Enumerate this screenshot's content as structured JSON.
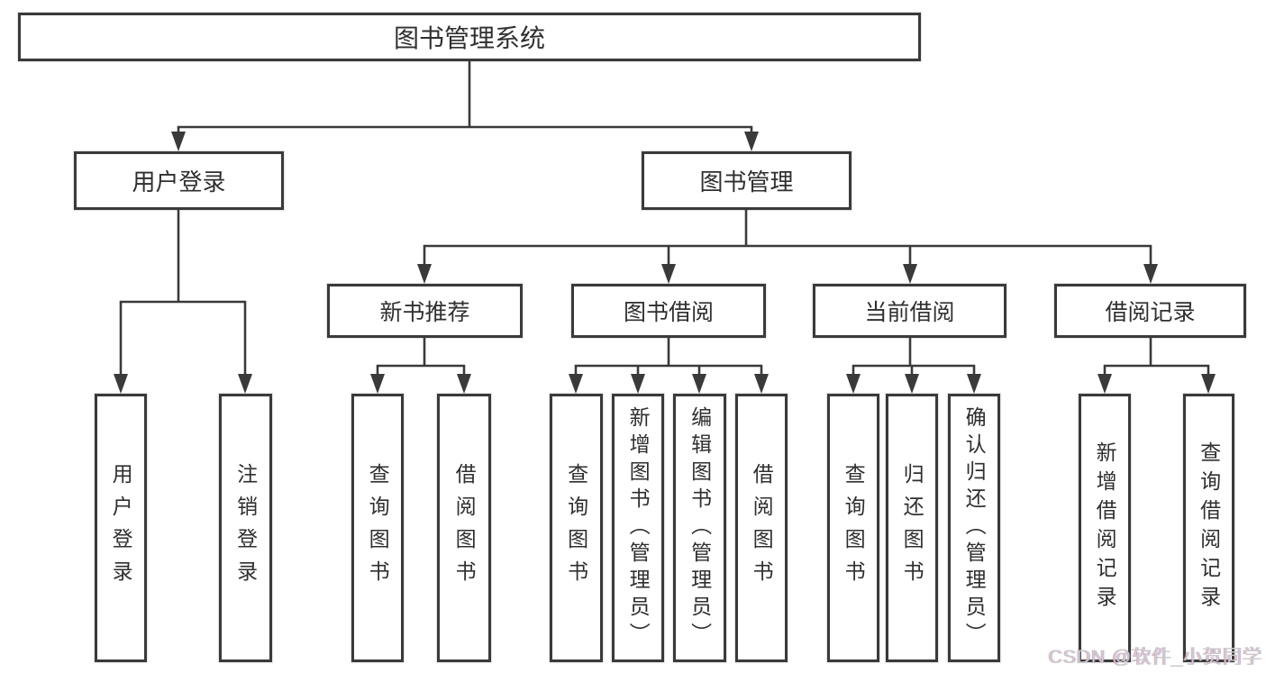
{
  "diagram": {
    "tree": {
      "label": "图书管理系统",
      "children": [
        {
          "label": "用户登录",
          "children": [
            {
              "label": "用户登录"
            },
            {
              "label": "注销登录"
            }
          ]
        },
        {
          "label": "图书管理",
          "children": [
            {
              "label": "新书推荐",
              "children": [
                {
                  "label": "查询图书"
                },
                {
                  "label": "借阅图书"
                }
              ]
            },
            {
              "label": "图书借阅",
              "children": [
                {
                  "label": "查询图书"
                },
                {
                  "label": "新增图书（管理员）"
                },
                {
                  "label": "编辑图书（管理员）"
                },
                {
                  "label": "借阅图书"
                }
              ]
            },
            {
              "label": "当前借阅",
              "children": [
                {
                  "label": "查询图书"
                },
                {
                  "label": "归还图书"
                },
                {
                  "label": "确认归还（管理员）"
                }
              ]
            },
            {
              "label": "借阅记录",
              "children": [
                {
                  "label": "新增借阅记录"
                },
                {
                  "label": "查询借阅记录"
                }
              ]
            }
          ]
        }
      ]
    },
    "colors": {
      "line": "#3a3a3a",
      "text": "#2f2f2f",
      "background": "#ffffff",
      "watermark": "#cccccc"
    }
  },
  "watermark": {
    "text": "CSDN @软件_小贺同学"
  }
}
